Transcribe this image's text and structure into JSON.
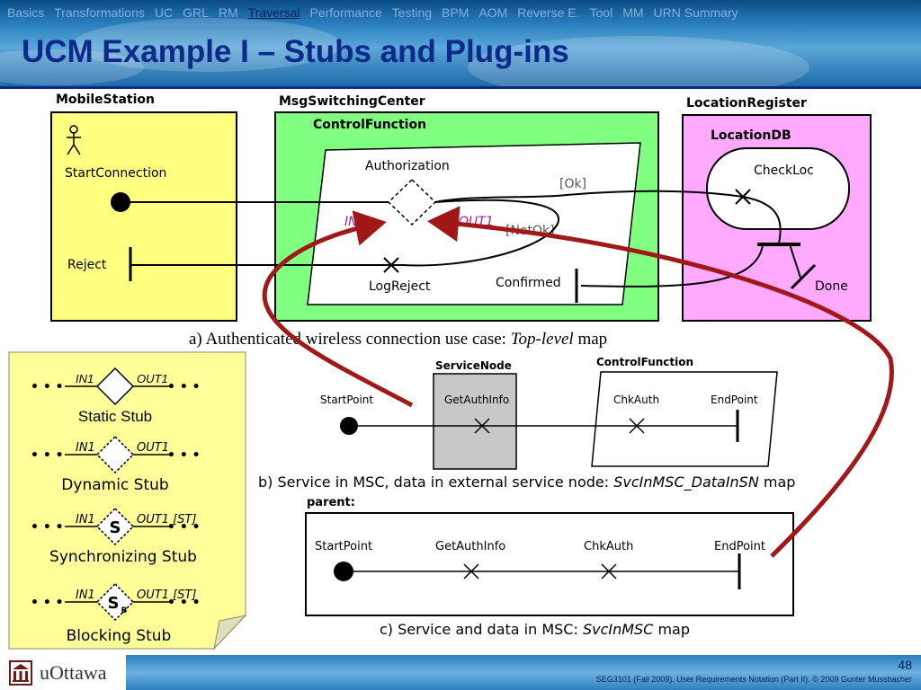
{
  "nav": {
    "items": [
      "Basics",
      "Transformations",
      "UC",
      "GRL",
      "RM",
      "Traversal",
      "Performance",
      "Testing",
      "BPM",
      "AOM",
      "Reverse E.",
      "Tool",
      "MM",
      "URN Summary"
    ],
    "active": "Traversal"
  },
  "title": "UCM Example I – Stubs and Plug-ins",
  "top_map": {
    "mobile_station": {
      "title": "MobileStation",
      "start": "StartConnection",
      "reject": "Reject"
    },
    "msc": {
      "title": "MsgSwitchingCenter",
      "control": "ControlFunction",
      "authorization": "Authorization",
      "in": "IN1",
      "out": "OUT1",
      "ok": "[Ok]",
      "notok": "[NotOk]",
      "logreject": "LogReject",
      "confirmed": "Confirmed"
    },
    "location_register": {
      "title": "LocationRegister",
      "db": "LocationDB",
      "checkloc": "CheckLoc",
      "done": "Done"
    },
    "caption_prefix": "a) Authenticated wireless connection use case: ",
    "caption_italic": "Top-level",
    "caption_suffix": " map"
  },
  "legend": {
    "static": {
      "in": "IN1",
      "out": "OUT1",
      "label": "Static Stub"
    },
    "dynamic": {
      "in": "IN1",
      "out": "OUT1",
      "label": "Dynamic Stub"
    },
    "sync": {
      "in": "IN1",
      "out": "OUT1 [ST]",
      "letter": "S",
      "label": "Synchronizing Stub"
    },
    "block": {
      "in": "IN1",
      "out": "OUT1 [ST]",
      "letter": "S",
      "sub": "B",
      "label": "Blocking Stub"
    },
    "dots": "• • •"
  },
  "map_b": {
    "servicenode": "ServiceNode",
    "controlfunction": "ControlFunction",
    "startpoint": "StartPoint",
    "getauthinfo": "GetAuthInfo",
    "chkauth": "ChkAuth",
    "endpoint": "EndPoint",
    "caption_prefix": "b) Service in MSC, data in external service node: ",
    "caption_italic": "SvcInMSC_DataInSN",
    "caption_suffix": " map"
  },
  "map_c": {
    "parent": "parent:",
    "startpoint": "StartPoint",
    "getauthinfo": "GetAuthInfo",
    "chkauth": "ChkAuth",
    "endpoint": "EndPoint",
    "caption_prefix": "c) Service and data in MSC: ",
    "caption_italic": "SvcInMSC",
    "caption_suffix": " map"
  },
  "footer": {
    "logo": "uOttawa",
    "page": "48",
    "note": "SEG3101 (Fall 2009).   User Requirements Notation (Part II).   © 2009 Gunter Mussbacher"
  },
  "colors": {
    "yellow": "#ffff80",
    "green": "#80ff80",
    "pink": "#ffaaff",
    "arrow": "#a01818",
    "title": "#0d2a8a"
  }
}
